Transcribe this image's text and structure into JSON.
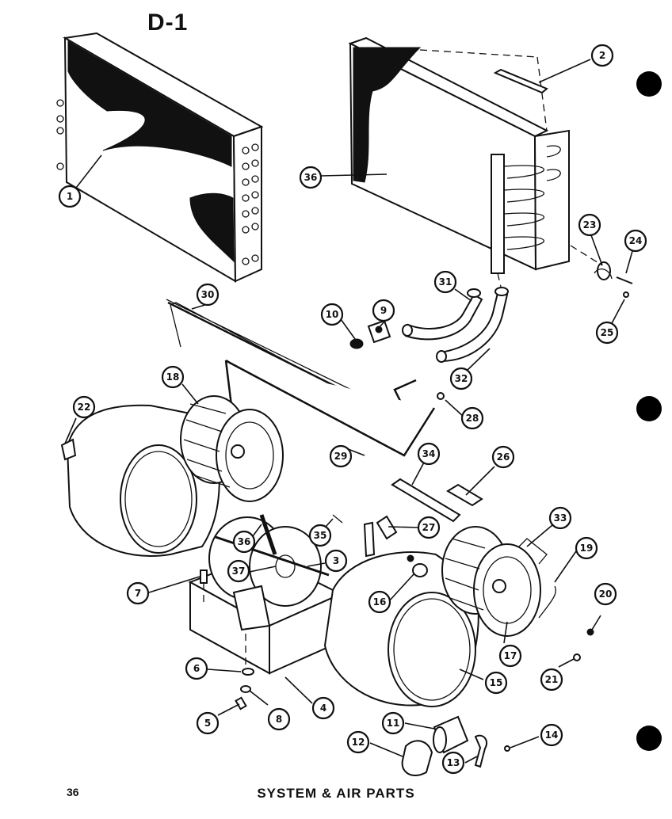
{
  "title": "D-1",
  "page_number": "36",
  "section_title": "SYSTEM & AIR PARTS",
  "callouts": [
    {
      "label": "1"
    },
    {
      "label": "2"
    },
    {
      "label": "36"
    },
    {
      "label": "23"
    },
    {
      "label": "24"
    },
    {
      "label": "25"
    },
    {
      "label": "31"
    },
    {
      "label": "10"
    },
    {
      "label": "9"
    },
    {
      "label": "32"
    },
    {
      "label": "30"
    },
    {
      "label": "18"
    },
    {
      "label": "22"
    },
    {
      "label": "28"
    },
    {
      "label": "29"
    },
    {
      "label": "34"
    },
    {
      "label": "26"
    },
    {
      "label": "27"
    },
    {
      "label": "35"
    },
    {
      "label": "33"
    },
    {
      "label": "19"
    },
    {
      "label": "36"
    },
    {
      "label": "37"
    },
    {
      "label": "3"
    },
    {
      "label": "7"
    },
    {
      "label": "16"
    },
    {
      "label": "20"
    },
    {
      "label": "6"
    },
    {
      "label": "17"
    },
    {
      "label": "21"
    },
    {
      "label": "15"
    },
    {
      "label": "4"
    },
    {
      "label": "5"
    },
    {
      "label": "8"
    },
    {
      "label": "11"
    },
    {
      "label": "14"
    },
    {
      "label": "12"
    },
    {
      "label": "13"
    }
  ]
}
